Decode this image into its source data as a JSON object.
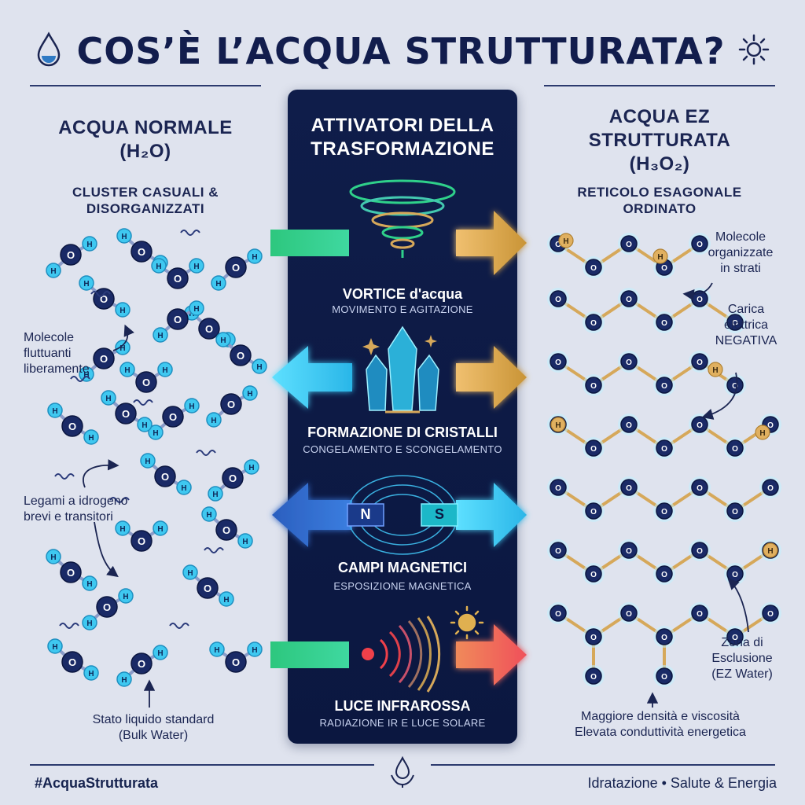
{
  "header": {
    "title": "COS’È L’ACQUA STRUTTURATA?",
    "left_icon": "water-drop-icon",
    "right_icon": "sun-gear-icon"
  },
  "left_column": {
    "title_line1": "ACQUA NORMALE",
    "title_line2": "(H₂O)",
    "subtitle_line1": "CLUSTER CASUALI &",
    "subtitle_line2": "DISORGANIZZATI",
    "notes": {
      "free_line1": "Molecole",
      "free_line2": "fluttuanti",
      "free_line3": "liberamente",
      "bonds_line1": "Legami a idrogeno",
      "bonds_line2": "brevi e transitori",
      "bulk_line1": "Stato liquido standard",
      "bulk_line2": "(Bulk Water)"
    },
    "atom_labels": {
      "oxygen": "O",
      "hydrogen": "H"
    }
  },
  "center_column": {
    "title_line1": "ATTIVATORI DELLA",
    "title_line2": "TRASFORMAZIONE",
    "activators": [
      {
        "name": "VORTICE d'acqua",
        "desc": "MOVIMENTO E AGITAZIONE",
        "icon": "vortex-icon"
      },
      {
        "name": "FORMAZIONE DI CRISTALLI",
        "desc": "CONGELAMENTO E SCONGELAMENTO",
        "icon": "crystal-icon"
      },
      {
        "name": "CAMPI MAGNETICI",
        "desc": "ESPOSIZIONE MAGNETICA",
        "icon": "magnet-icon",
        "pole_n": "N",
        "pole_s": "S"
      },
      {
        "name": "LUCE INFRAROSSA",
        "desc": "RADIAZIONE IR E LUCE SOLARE",
        "icon": "infrared-icon"
      }
    ]
  },
  "right_column": {
    "title_line1": "ACQUA EZ",
    "title_line2": "STRUTTURATA",
    "title_line3": "(H₃O₂)",
    "subtitle_line1": "RETICOLO ESAGONALE",
    "subtitle_line2": "ORDINATO",
    "notes": {
      "layers_line1": "Molecole",
      "layers_line2": "organizzate",
      "layers_line3": "in strati",
      "charge_line1": "Carica",
      "charge_line2": "elettrica",
      "charge_line3": "NEGATIVA",
      "ez_line1": "Zona di",
      "ez_line2": "Esclusione",
      "ez_line3": "(EZ Water)",
      "density_line1": "Maggiore densità e viscosità",
      "density_line2": "Elevata conduttività energetica"
    }
  },
  "footer": {
    "hashtag": "#AcquaStrutturata",
    "tagline": "Idratazione  •  Salute & Energia",
    "center_icon": "lotus-drop-icon"
  },
  "colors": {
    "background": "#dfe3ee",
    "navy": "#16234f",
    "panel": "#0f1d4a",
    "cyan": "#38c8f0",
    "gold": "#d6a85a",
    "green": "#2dc77e",
    "red": "#f0505a"
  }
}
